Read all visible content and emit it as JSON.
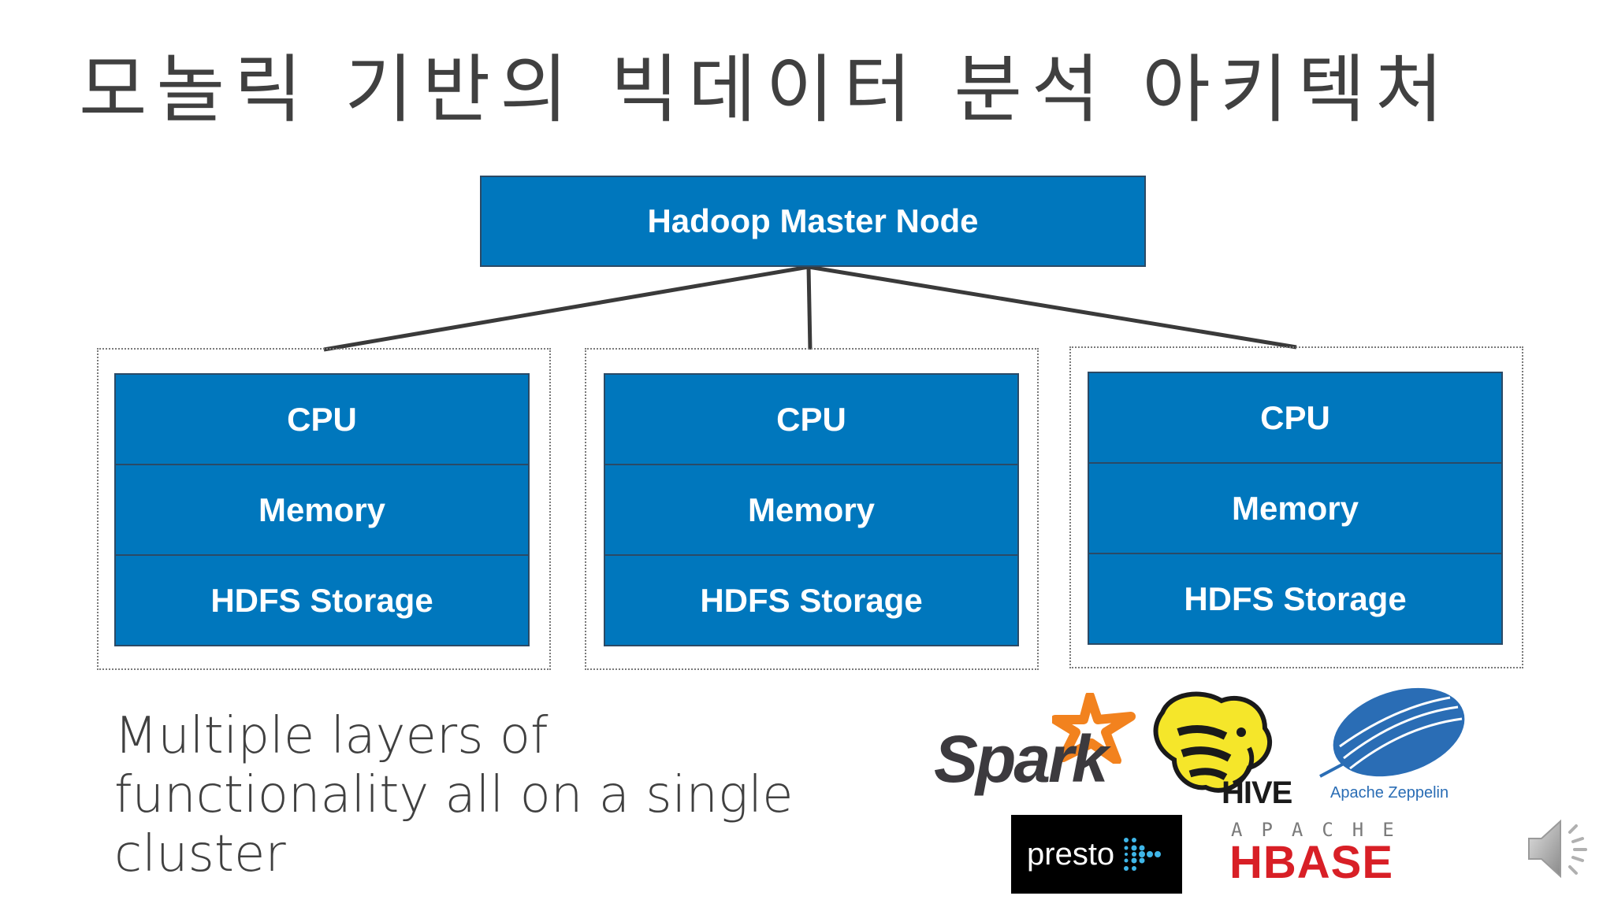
{
  "title": "모놀릭 기반의 빅데이터 분석 아키텍처",
  "master_node": {
    "label": "Hadoop Master Node"
  },
  "nodes": [
    {
      "layers": [
        "CPU",
        "Memory",
        "HDFS Storage"
      ]
    },
    {
      "layers": [
        "CPU",
        "Memory",
        "HDFS Storage"
      ]
    },
    {
      "layers": [
        "CPU",
        "Memory",
        "HDFS Storage"
      ]
    }
  ],
  "caption": "Multiple layers of functionality all on a single cluster",
  "logos": {
    "spark": "Spark",
    "hive": "HIVE",
    "zeppelin": "Apache Zeppelin",
    "presto": "presto",
    "hbase_top": "APACHE",
    "hbase": "HBASE"
  },
  "icons": {
    "audio": "speaker-icon"
  },
  "colors": {
    "box_fill": "#0077bd",
    "box_border": "#2b4a66",
    "connector": "#3a3a3a",
    "title_text": "#404040",
    "hbase_red": "#d81f26",
    "zeppelin_blue": "#2a6db5",
    "spark_orange": "#f2821e",
    "hive_yellow": "#f5e62a"
  }
}
